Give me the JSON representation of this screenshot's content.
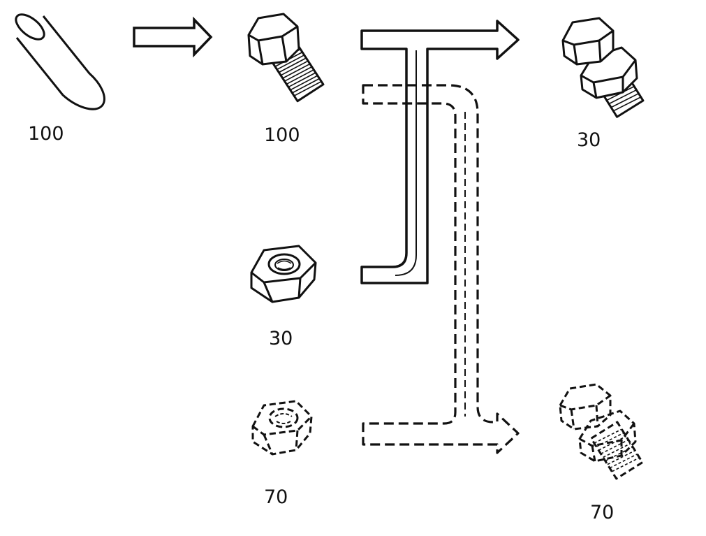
{
  "quantities": {
    "rod": "100",
    "bolt": "100",
    "nut": "30",
    "nut_dashed": "70",
    "assembly": "30",
    "assembly_dashed": "70"
  },
  "colors": {
    "ink": "#111111",
    "background": "#ffffff"
  },
  "icons": [
    "rod-icon",
    "bolt-icon",
    "nut-icon",
    "dashed-nut-icon",
    "bolt-nut-assembly-icon",
    "dashed-bolt-nut-assembly-icon"
  ]
}
